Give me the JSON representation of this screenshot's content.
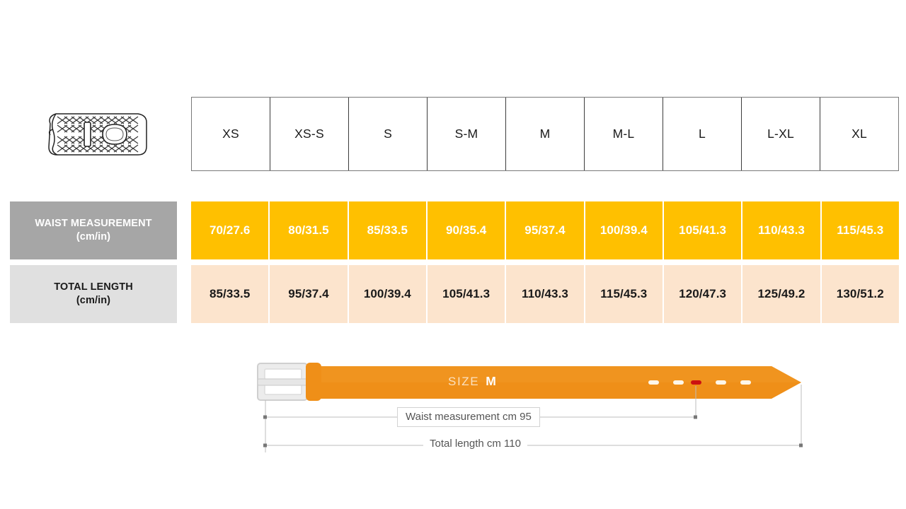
{
  "product_icon": {
    "name": "braided-belt-icon",
    "alt": "braided woven belt"
  },
  "table": {
    "size_headers": [
      "XS",
      "XS-S",
      "S",
      "S-M",
      "M",
      "M-L",
      "L",
      "L-XL",
      "XL"
    ],
    "rows": [
      {
        "label": "WAIST MEASUREMENT",
        "unit": "(cm/in)",
        "values": [
          "70/27.6",
          "80/31.5",
          "85/33.5",
          "90/35.4",
          "95/37.4",
          "100/39.4",
          "105/41.3",
          "110/43.3",
          "115/45.3"
        ]
      },
      {
        "label": "TOTAL LENGTH",
        "unit": "(cm/in)",
        "values": [
          "85/33.5",
          "95/37.4",
          "100/39.4",
          "105/41.3",
          "110/43.3",
          "115/45.3",
          "120/47.3",
          "125/49.2",
          "130/51.2"
        ]
      }
    ]
  },
  "diagram": {
    "size_prefix": "SIZE",
    "size_value": "M",
    "waist_label": "Waist measurement cm 95",
    "total_label": "Total length cm 110",
    "holes_total": 5,
    "active_hole_index": 2
  },
  "colors": {
    "accent_orange": "#ffc000",
    "belt_orange": "#ef8f18",
    "peach": "#fce4cd",
    "gray_dark": "#a6a6a6",
    "gray_light": "#e0e0e0",
    "hole_active": "#cc1111",
    "buckle_silver": "#e2e2e2"
  }
}
